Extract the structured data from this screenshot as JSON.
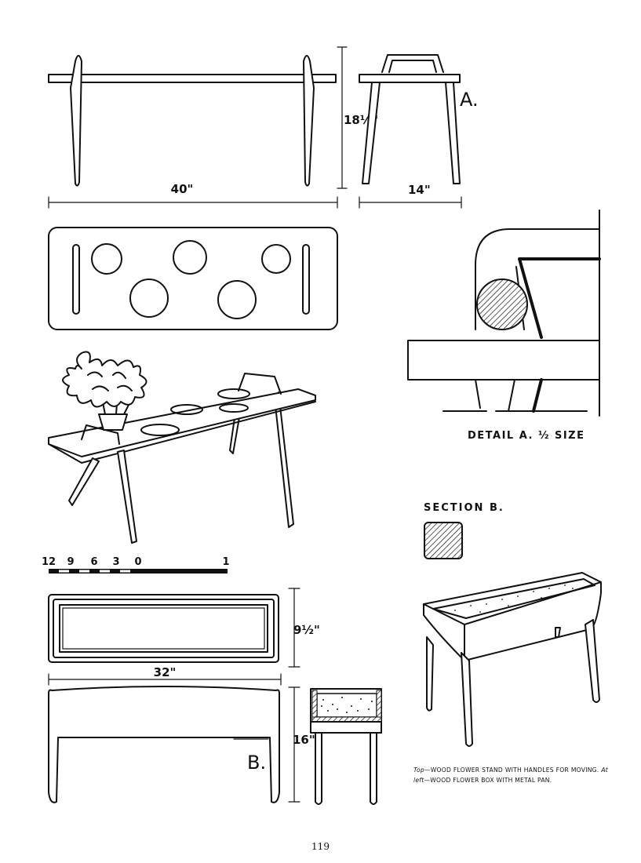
{
  "flower_stand": {
    "dims": {
      "length": "40\"",
      "height": "18½\"",
      "depth": "14\""
    },
    "end_label": "A.",
    "detail_label": "DETAIL A. ½ SIZE"
  },
  "section": {
    "label": "SECTION B."
  },
  "scale_bar": {
    "ticks": [
      "12",
      "9",
      "6",
      "3",
      "0",
      "1"
    ]
  },
  "flower_box": {
    "dims": {
      "width": "9½\"",
      "length": "32\"",
      "height": "16\""
    },
    "section_label": "B."
  },
  "caption": {
    "top_label": "Top",
    "top_text": "—WOOD FLOWER STAND WITH HANDLES FOR MOVING.",
    "left_label": "At left",
    "left_text": "—WOOD FLOWER BOX WITH METAL PAN."
  },
  "page_number": "119"
}
